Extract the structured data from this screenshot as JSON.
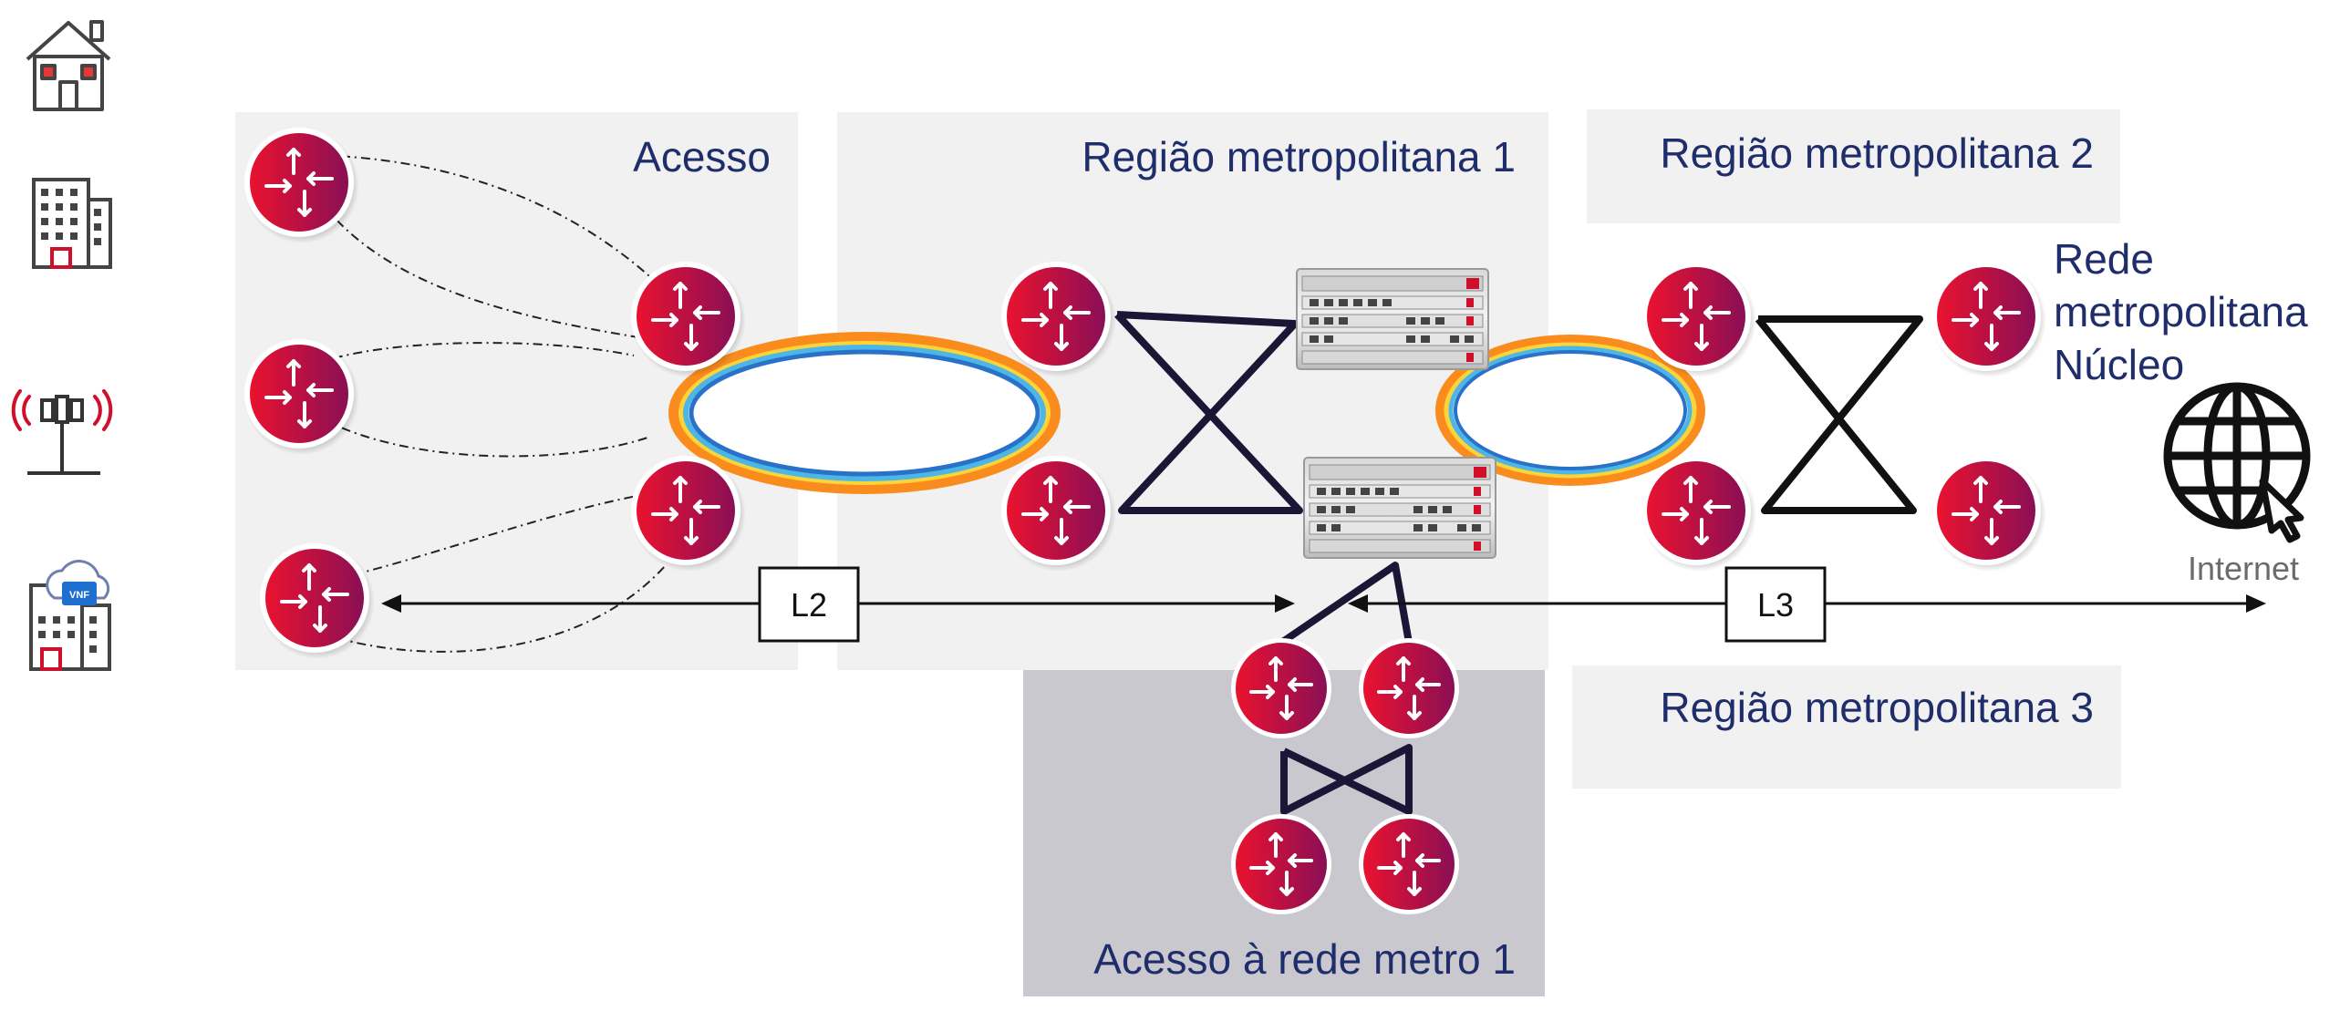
{
  "regions": {
    "access": "Acesso",
    "metro1": "Região metropolitana 1",
    "metro2": "Região metropolitana 2",
    "metro3": "Região metropolitana 3",
    "metro_access": "Acesso à rede metro 1",
    "core_line1": "Rede",
    "core_line2": "metropolitana",
    "core_line3": "Núcleo"
  },
  "links": {
    "l2": "L2",
    "l3": "L3"
  },
  "internet": {
    "label": "Internet",
    "icon": "globe-cursor-icon"
  },
  "endpoint_icons": [
    "house-icon",
    "office-building-icon",
    "cell-tower-icon",
    "vnf-cloud-building-icon"
  ],
  "endpoint_vnf_text": "VNF",
  "colors": {
    "region_background": "#f1f1f2",
    "metro_access_background": "#c9c8cf",
    "label_text": "#1f2d6b",
    "router_light": "#e8102e",
    "router_dark": "#8a0f55",
    "link_dark": "#1c1535",
    "internet_text": "#6b6b6b"
  }
}
